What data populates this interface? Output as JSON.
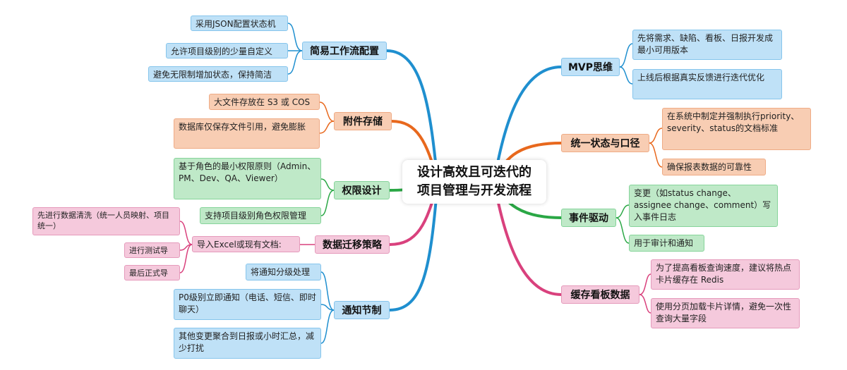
{
  "center": {
    "line1": "设计高效且可迭代的",
    "line2": "项目管理与开发流程"
  },
  "branches": {
    "workflow": {
      "label": "简易工作流配置",
      "items": [
        "采用JSON配置状态机",
        "允许项目级别的少量自定义",
        "避免无限制增加状态，保持简洁"
      ]
    },
    "attachments": {
      "label": "附件存储",
      "items": [
        "大文件存放在 S3 或 COS",
        "数据库仅保存文件引用，避免膨胀"
      ]
    },
    "permissions": {
      "label": "权限设计",
      "items": [
        "基于角色的最小权限原则（Admin、PM、Dev、QA、Viewer）",
        "支持项目级别角色权限管理"
      ]
    },
    "migration": {
      "label": "数据迁移策略",
      "item": "导入Excel或现有文档:",
      "subitems": [
        "先进行数据清洗（统一人员映射、项目统一）",
        "进行测试导入",
        "最后正式导入"
      ]
    },
    "notify": {
      "label": "通知节制",
      "items": [
        "将通知分级处理",
        "P0级别立即通知（电话、短信、即时聊天）",
        "其他变更聚合到日报或小时汇总，减少打扰"
      ]
    },
    "mvp": {
      "label": "MVP思维",
      "items": [
        "先将需求、缺陷、看板、日报开发成最小可用版本",
        "上线后根据真实反馈进行迭代优化"
      ]
    },
    "status": {
      "label": "统一状态与口径",
      "items": [
        "在系统中制定并强制执行priority、severity、status的文档标准",
        "确保报表数据的可靠性"
      ]
    },
    "events": {
      "label": "事件驱动",
      "items": [
        "变更（如status change、assignee change、comment）写入事件日志",
        "用于审计和通知"
      ]
    },
    "cache": {
      "label": "缓存看板数据",
      "items": [
        "为了提高看板查询速度，建议将热点卡片缓存在 Redis",
        "使用分页加载卡片详情，避免一次性查询大量字段"
      ]
    }
  },
  "colors": {
    "blue": "#1f8fcf",
    "orange": "#e8681d",
    "green": "#2aa745",
    "pink": "#d9417d"
  }
}
